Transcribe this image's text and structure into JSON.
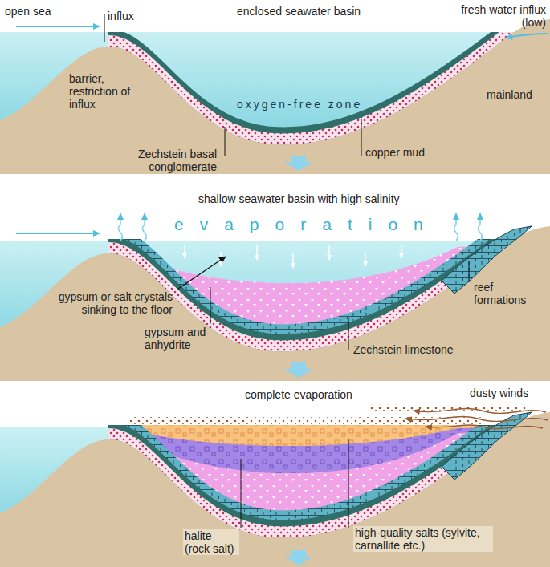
{
  "diagram": {
    "labels": [
      "open sea",
      "influx",
      "enclosed seawater basin",
      "fresh water influx (low)",
      "barrier, restriction of influx",
      "mainland",
      "oxygen-free zone",
      "Zechstein basal conglomerate",
      "copper mud",
      "shallow seawater basin with high salinity",
      "evaporation",
      "gypsum or salt crystals sinking to the floor",
      "reef formations",
      "gypsum and anhydrite",
      "Zechstein limestone",
      "complete evaporation",
      "dusty winds",
      "halite (rock salt)",
      "high-quality salts (sylvite, carnallite etc.)"
    ]
  }
}
